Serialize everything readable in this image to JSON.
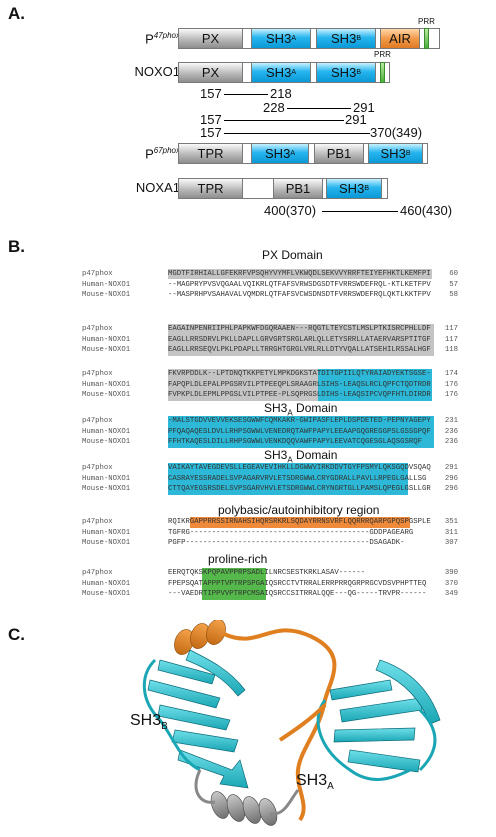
{
  "panel_labels": {
    "a": "A.",
    "b": "B.",
    "c": "C."
  },
  "panel_a": {
    "proteins": [
      {
        "name": "P",
        "sup": "47phox",
        "domains": [
          "PX",
          "SH3A",
          "SH3B",
          "AIR"
        ],
        "prr": "PRR"
      },
      {
        "name": "NOXO1",
        "sup": "",
        "domains": [
          "PX",
          "SH3A",
          "SH3B"
        ],
        "prr": "PRR"
      },
      {
        "name": "P",
        "sup": "67phox",
        "domains": [
          "TPR",
          "SH3A",
          "PB1",
          "SH3B"
        ]
      },
      {
        "name": "NOXA1",
        "sup": "",
        "domains": [
          "TPR",
          "PB1",
          "SH3B"
        ]
      }
    ],
    "domain_labels": {
      "px": "PX",
      "sh3": "SH3",
      "sub_a": "A",
      "sub_b": "B",
      "air": "AIR",
      "tpr": "TPR",
      "pb1": "PB1"
    },
    "fragments": [
      {
        "start": "157",
        "end": "218"
      },
      {
        "start": "228",
        "end": "291"
      },
      {
        "start": "157",
        "end": "291"
      },
      {
        "start": "157",
        "end": "370(349)"
      },
      {
        "start": "400(370)",
        "end": "460(430)"
      }
    ]
  },
  "panel_b": {
    "region_titles": {
      "px": "PX Domain",
      "sh3a": "SH3",
      "sh3a_sub": "A",
      "sh3a_suffix": " Domain",
      "air": "polybasic/autoinhibitory region",
      "prr": "proline-rich"
    },
    "names": [
      "p47phox",
      "Human-NOXO1",
      "Mouse-NOXO1"
    ],
    "blocks": [
      {
        "rows": [
          [
            "MGDTFIRHIALLGFEKRFVPSQHYVYMFLVKWQDLSEKVVYRRFTEIYEFHKTLKEMFPI",
            "60"
          ],
          [
            "--MAGPRYPVSVQGAALVQIKRLQTFAFSVRWSDGSDTFVRRSWDEFRQL-KTLKETFPV",
            "57"
          ],
          [
            "--MASPRHPVSAHAVALVQMDRLQTFAFSVCWSDNSDTFVRRSWDEFRQLQKTLKKTFPV",
            "58"
          ]
        ]
      },
      {
        "rows": [
          [
            "EAGAINPENRIIPHLPAPKWFDGQRAAEN---RQGTLTEYCSTLMSLPTKISRCPHLLDF",
            "117"
          ],
          [
            "EAGLLRRSDRVLPKLLDAPLLGRVGRTSRGLARLQLLETYSRRLLATAERVARSPTITGF",
            "117"
          ],
          [
            "EAGLLRRSEQVLPKLPDAPLLTRRGHTGRGLVRLRLLDTYVQALLATSEHILRSSALHGF",
            "118"
          ]
        ]
      },
      {
        "rows": [
          [
            "FKVRPDDLK--LPTDNQTKKPETYLMPKDGKSTATDITGPIILQTYRAIADYEKTSGSE-",
            "174"
          ],
          [
            "FAPQPLDLEPALPPGSRVILPTPEEQPLSRAAGRLSIHS-LEAQSLRCLQPFCTQDTRDR",
            "176"
          ],
          [
            "FVPKPLDLEPMLPPGSLVILPTPEE-PLSQPRGSLDIHS-LEAQSIPCVQPFHTLDIRDR",
            "176"
          ]
        ]
      },
      {
        "rows": [
          [
            "-MALSTGDVVEVVEKSESGWWFCQMKAKR-GWIPASFLEPLDSPDETED-PEPNYAGEPY",
            "231"
          ],
          [
            "PFQAQAQESLDVLLRHPSGWWLVENEDRQTAWFPAPYLEEAAPGQGREGGPSLGSSGPQF",
            "236"
          ],
          [
            "FFHTKAQESLDILLRHPSGWWLVENKDQQVAWFPAPYLEEVATCQGESGLAQSGSRQF",
            "236"
          ]
        ]
      },
      {
        "rows": [
          [
            "VAIKAYTAVEGDEVSLLEGEAVEVIHKLLDGWWVIRKDDVTGYFPSMYLQKSGQDVSQAQ",
            "291"
          ],
          [
            "CASRAYESSRADELSVPAGARVRVLETSDRGWWLCRYGDRALLPAVLLRPEGLGALLSG",
            "296"
          ],
          [
            "CTTQAYEGSRSDELSVPSGARVHVLETSDRGWWLCRYNGRTGLLPAMSLQPEGLGSLLGR",
            "296"
          ]
        ]
      },
      {
        "rows": [
          [
            "RQIKRGAPPRRSSIRNAHSIHQRSRKRLSQDAYRRNSVRFLQQRRRQARPGPQSPGSPLE",
            "351"
          ],
          [
            "TGFRG-----------------------------------------GDDPAGEARG",
            "311"
          ],
          [
            "PGFP------------------------------------------DSAGADK-",
            "307"
          ]
        ]
      },
      {
        "rows": [
          [
            "EERQTQKSKPQPAVPPRPSADLILNRCSESTKRKLASAV------",
            "390"
          ],
          [
            "FPEPSQATAPPPTVPTRPSPGAIQSRCCTVTRRALERRPRRQGRPRGCVDSVPHPTTEQ",
            "370"
          ],
          [
            "---VAEDRTIPPVVPTRPCMSAIQSRCCSITRRALQQE---QG-----TRVPR------",
            "349"
          ]
        ]
      }
    ]
  },
  "panel_c": {
    "labels": {
      "sh3": "SH3",
      "sub_b": "B",
      "sub_a": "A"
    }
  }
}
